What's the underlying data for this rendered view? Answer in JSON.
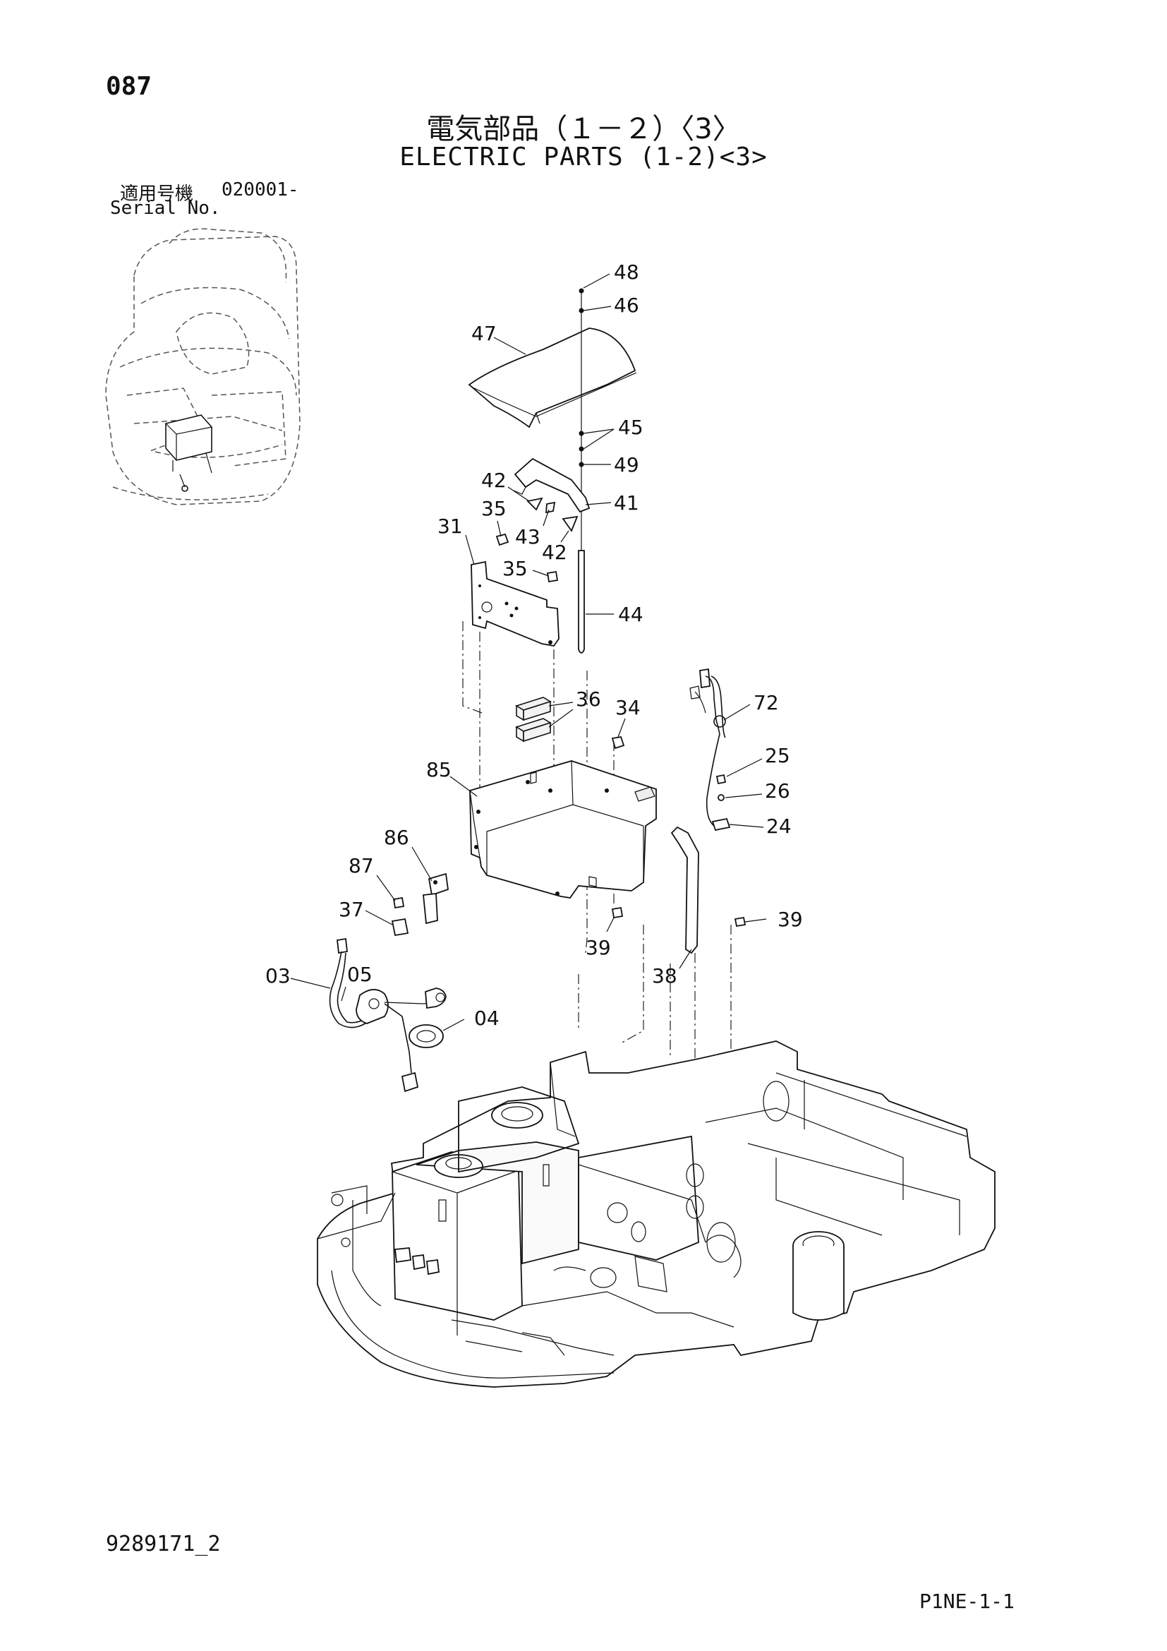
{
  "header": {
    "page_number": "087",
    "title_jp": "電気部品（１－２）〈3〉",
    "title_en": "ELECTRIC PARTS (1-2)<3>",
    "serial_label_jp": "適用号機",
    "serial_range": "020001-",
    "serial_label_en": "Serial No."
  },
  "footer": {
    "drawing_number": "9289171_2",
    "page_code": "P1NE-1-1"
  },
  "callouts": [
    "48",
    "46",
    "47",
    "45",
    "49",
    "42",
    "41",
    "35",
    "43",
    "42",
    "31",
    "35",
    "44",
    "36",
    "34",
    "72",
    "85",
    "25",
    "26",
    "24",
    "86",
    "87",
    "37",
    "39",
    "39",
    "38",
    "03",
    "05",
    "04"
  ]
}
